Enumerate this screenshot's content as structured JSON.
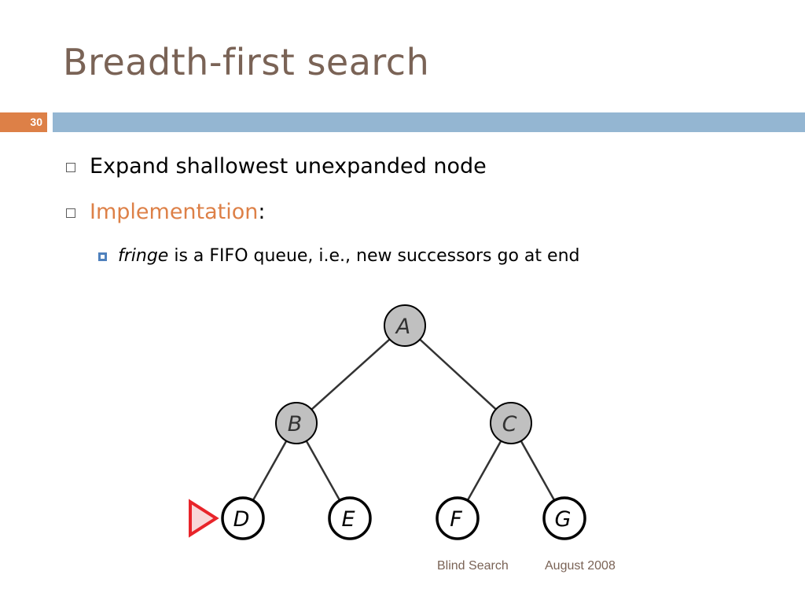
{
  "slide": {
    "title": "Breadth-first search",
    "slide_number": "30",
    "bullets": [
      {
        "text": "Expand shallowest unexpanded node"
      },
      {
        "text": "Implementation",
        "suffix": ":"
      }
    ],
    "sub_bullet": {
      "emphasis": "fringe",
      "text": " is a FIFO queue, i.e., new successors go at end"
    }
  },
  "diagram": {
    "nodes": [
      {
        "id": "A",
        "label": "A",
        "state": "expanded"
      },
      {
        "id": "B",
        "label": "B",
        "state": "expanded"
      },
      {
        "id": "C",
        "label": "C",
        "state": "expanded"
      },
      {
        "id": "D",
        "label": "D",
        "state": "fringe"
      },
      {
        "id": "E",
        "label": "E",
        "state": "fringe"
      },
      {
        "id": "F",
        "label": "F",
        "state": "fringe"
      },
      {
        "id": "G",
        "label": "G",
        "state": "fringe"
      }
    ],
    "edges": [
      [
        "A",
        "B"
      ],
      [
        "A",
        "C"
      ],
      [
        "B",
        "D"
      ],
      [
        "B",
        "E"
      ],
      [
        "C",
        "F"
      ],
      [
        "C",
        "G"
      ]
    ],
    "next_to_expand": "D",
    "colors": {
      "expanded_fill": "#c0c0c0",
      "fringe_fill": "#ffffff",
      "marker": "#e8242a",
      "stroke": "#000000"
    }
  },
  "footer": {
    "section": "Blind Search",
    "date": "August 2008"
  },
  "theme": {
    "title_color": "#7a6356",
    "accent": "#dd8047",
    "bar": "#94b6d2",
    "sub_bullet": "#4f81bd"
  }
}
